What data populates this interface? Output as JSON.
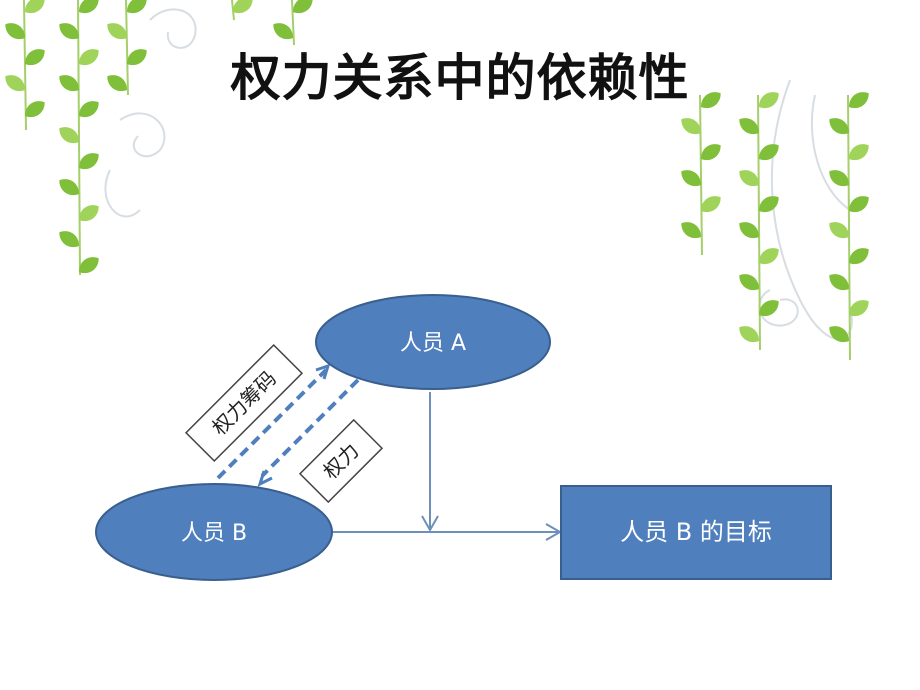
{
  "slide": {
    "title": "权力关系中的依赖性"
  },
  "diagram": {
    "node_a": "人员 A",
    "node_b": "人员 B",
    "goal": "人员 B 的目标",
    "label_bargaining": "权力筹码",
    "label_power": "权力"
  },
  "colors": {
    "node_fill": "#4f7fbd",
    "node_stroke": "#395f8f",
    "arrow": "#6d90b8",
    "dashed": "#4f7fbd",
    "leaf": "#7fbf3a",
    "stem": "#a5cf6a"
  },
  "decorations": {
    "vine_icon": "willow-vine-icon",
    "swirl_icon": "swirl-icon"
  }
}
